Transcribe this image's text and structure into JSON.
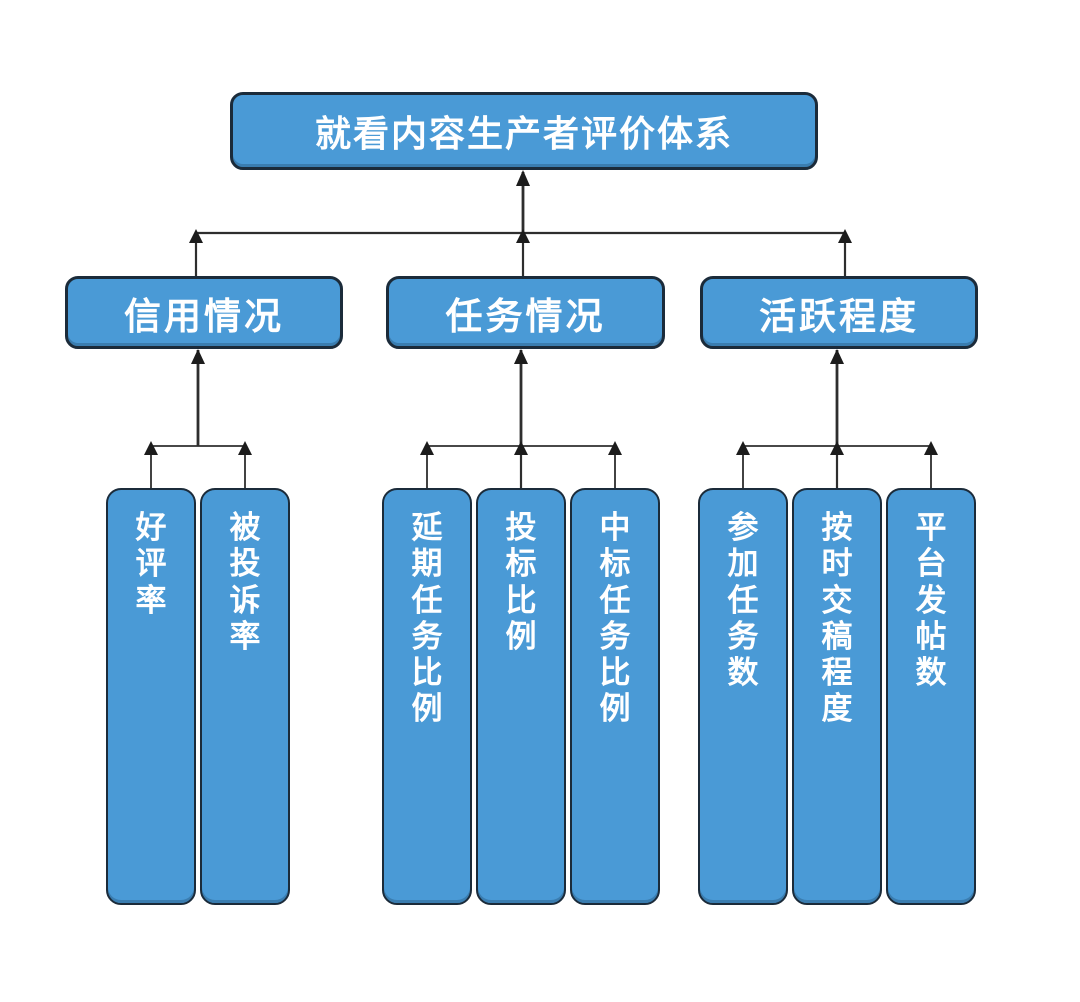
{
  "diagram": {
    "title": "就看内容生产者评价体系",
    "groups": [
      {
        "label": "信用情况",
        "leaves": [
          "好评率",
          "被投诉率"
        ]
      },
      {
        "label": "任务情况",
        "leaves": [
          "延期任务比例",
          "投标比例",
          "中标任务比例"
        ]
      },
      {
        "label": "活跃程度",
        "leaves": [
          "参加任务数",
          "按时交稿程度",
          "平台发帖数"
        ]
      }
    ],
    "colors": {
      "node_fill": "#4a9ad6",
      "node_border": "#1b2b3a",
      "node_text": "#ffffff",
      "connector": "#2e2e2e",
      "background": "#ffffff"
    }
  }
}
